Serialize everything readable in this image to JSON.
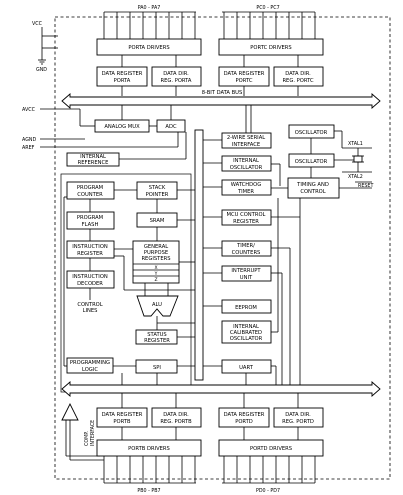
{
  "pins": {
    "vcc": "VCC",
    "gnd": "GND",
    "avcc": "AVCC",
    "agnd": "AGND",
    "aref": "AREF",
    "xtal1": "XTAL1",
    "xtal2": "XTAL2",
    "reset": "RESET",
    "pa": "PA0 - PA7",
    "pc": "PC0 - PC7",
    "pb": "PB0 - PB7",
    "pd": "PD0 - PD7"
  },
  "bus_label": "8-BIT DATA BUS",
  "blocks": {
    "porta_drivers": "PORTA DRIVERS",
    "portc_drivers": "PORTC DRIVERS",
    "portb_drivers": "PORTB DRIVERS",
    "portd_drivers": "PORTD DRIVERS",
    "dr_porta": [
      "DATA REGISTER",
      "PORTA"
    ],
    "ddr_porta": [
      "DATA DIR.",
      "REG. PORTA"
    ],
    "dr_portc": [
      "DATA REGISTER",
      "PORTC"
    ],
    "ddr_portc": [
      "DATA DIR.",
      "REG. PORTC"
    ],
    "dr_portb": [
      "DATA REGISTER",
      "PORTB"
    ],
    "ddr_portb": [
      "DATA DIR.",
      "REG. PORTB"
    ],
    "dr_portd": [
      "DATA REGISTER",
      "PORTD"
    ],
    "ddr_portd": [
      "DATA DIR.",
      "REG. PORTD"
    ],
    "analog_mux": "ANALOG MUX",
    "adc": "ADC",
    "internal_reference": [
      "INTERNAL",
      "REFERENCE"
    ],
    "twi": [
      "2-WIRE SERIAL",
      "INTERFACE"
    ],
    "oscillator_top": "OSCILLATOR",
    "oscillator_mid": "OSCILLATOR",
    "internal_oscillator": [
      "INTERNAL",
      "OSCILLATOR"
    ],
    "watchdog": [
      "WATCHDOG",
      "TIMER"
    ],
    "timing_control": [
      "TIMING AND",
      "CONTROL"
    ],
    "mcu_control": [
      "MCU CONTROL",
      "REGISTER"
    ],
    "timers": [
      "TIMER/",
      "COUNTERS"
    ],
    "interrupt": [
      "INTERRUPT",
      "UNIT"
    ],
    "eeprom": "EEPROM",
    "int_cal_osc": [
      "INTERNAL",
      "CALIBRATED",
      "OSCILLATOR"
    ],
    "uart": "UART",
    "program_counter": [
      "PROGRAM",
      "COUNTER"
    ],
    "stack_pointer": [
      "STACK",
      "POINTER"
    ],
    "program_flash": [
      "PROGRAM",
      "FLASH"
    ],
    "sram": "SRAM",
    "instruction_register": [
      "INSTRUCTION",
      "REGISTER"
    ],
    "gp_registers": [
      "GENERAL",
      "PURPOSE",
      "REGISTERS"
    ],
    "reg_xyz": [
      "X",
      "Y",
      "Z"
    ],
    "instruction_decoder": [
      "INSTRUCTION",
      "DECODER"
    ],
    "control_lines": [
      "CONTROL",
      "LINES"
    ],
    "alu": "ALU",
    "status_register": [
      "STATUS",
      "REGISTER"
    ],
    "programming_logic": [
      "PROGRAMMING",
      "LOGIC"
    ],
    "spi": "SPI",
    "comparator": [
      "COMP.",
      "INTERFACE"
    ]
  }
}
